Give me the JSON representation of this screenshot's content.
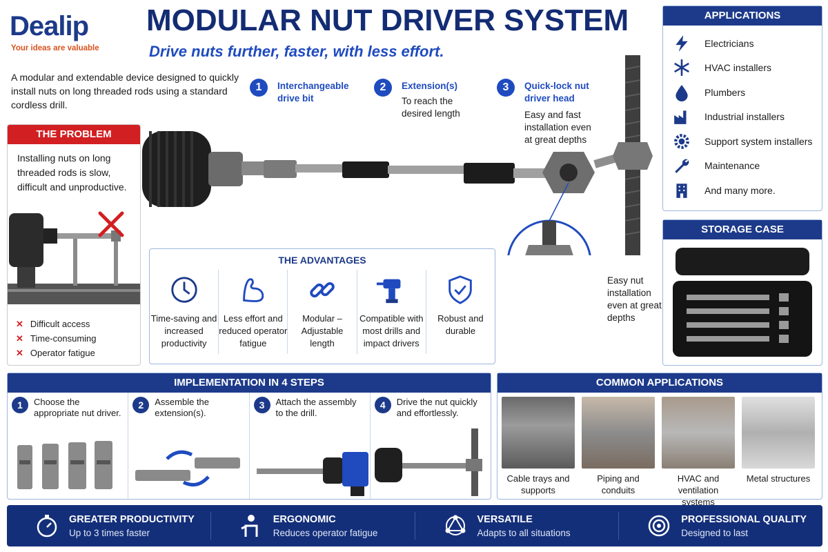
{
  "brand": {
    "name": "Dealip",
    "tagline": "Your ideas are valuable"
  },
  "header": {
    "title": "MODULAR NUT DRIVER SYSTEM",
    "subtitle": "Drive nuts further, faster, with less effort."
  },
  "intro": "A modular and extendable device designed to quickly install nuts on long threaded rods using a standard cordless drill.",
  "problem": {
    "title": "THE PROBLEM",
    "text": "Installing nuts on long threaded rods is slow, difficult and unproductive.",
    "items": [
      "Difficult access",
      "Time-consuming",
      "Operator fatigue"
    ]
  },
  "callouts": [
    {
      "num": "1",
      "label": "Interchangeable drive bit",
      "text": ""
    },
    {
      "num": "2",
      "label": "Extension(s)",
      "text": "To reach the desired length"
    },
    {
      "num": "3",
      "label": "Quick-lock nut driver head",
      "text": "Easy and fast installation even at great depths"
    }
  ],
  "zoom_caption": "Easy nut installation even at great depths",
  "applications": {
    "title": "APPLICATIONS",
    "items": [
      {
        "label": "Electricians",
        "icon": "lightning-icon"
      },
      {
        "label": "HVAC installers",
        "icon": "snowflake-icon"
      },
      {
        "label": "Plumbers",
        "icon": "water-drop-icon"
      },
      {
        "label": "Industrial installers",
        "icon": "factory-icon"
      },
      {
        "label": "Support system installers",
        "icon": "gear-icon"
      },
      {
        "label": "Maintenance",
        "icon": "wrench-icon"
      },
      {
        "label": "And many more.",
        "icon": "building-icon"
      }
    ]
  },
  "storage": {
    "title": "STORAGE CASE"
  },
  "advantages": {
    "title": "THE ADVANTAGES",
    "items": [
      {
        "label": "Time-saving and increased productivity",
        "icon": "clock-icon"
      },
      {
        "label": "Less effort and reduced operator fatigue",
        "icon": "muscle-icon"
      },
      {
        "label": "Modular – Adjustable length",
        "icon": "chain-link-icon"
      },
      {
        "label": "Compatible with most drills and impact drivers",
        "icon": "drill-icon"
      },
      {
        "label": "Robust and durable",
        "icon": "shield-check-icon"
      }
    ]
  },
  "implementation": {
    "title": "IMPLEMENTATION IN 4 STEPS",
    "steps": [
      {
        "num": "1",
        "label": "Choose the appropriate nut driver."
      },
      {
        "num": "2",
        "label": "Assemble the extension(s)."
      },
      {
        "num": "3",
        "label": "Attach the assembly to the drill."
      },
      {
        "num": "4",
        "label": "Drive the nut quickly and effortlessly."
      }
    ]
  },
  "common": {
    "title": "COMMON APPLICATIONS",
    "items": [
      {
        "label": "Cable trays and supports"
      },
      {
        "label": "Piping and conduits"
      },
      {
        "label": "HVAC and ventilation systems"
      },
      {
        "label": "Metal structures"
      }
    ]
  },
  "footer": [
    {
      "title": "GREATER PRODUCTIVITY",
      "sub": "Up to 3 times faster",
      "icon": "stopwatch-icon"
    },
    {
      "title": "ERGONOMIC",
      "sub": "Reduces operator fatigue",
      "icon": "worker-icon"
    },
    {
      "title": "VERSATILE",
      "sub": "Adapts to all situations",
      "icon": "network-icon"
    },
    {
      "title": "PROFESSIONAL QUALITY",
      "sub": "Designed to last",
      "icon": "target-icon"
    }
  ],
  "colors": {
    "navy": "#1d3a8a",
    "blue": "#1f4bbf",
    "red": "#d21f22",
    "orange": "#d9531e"
  }
}
